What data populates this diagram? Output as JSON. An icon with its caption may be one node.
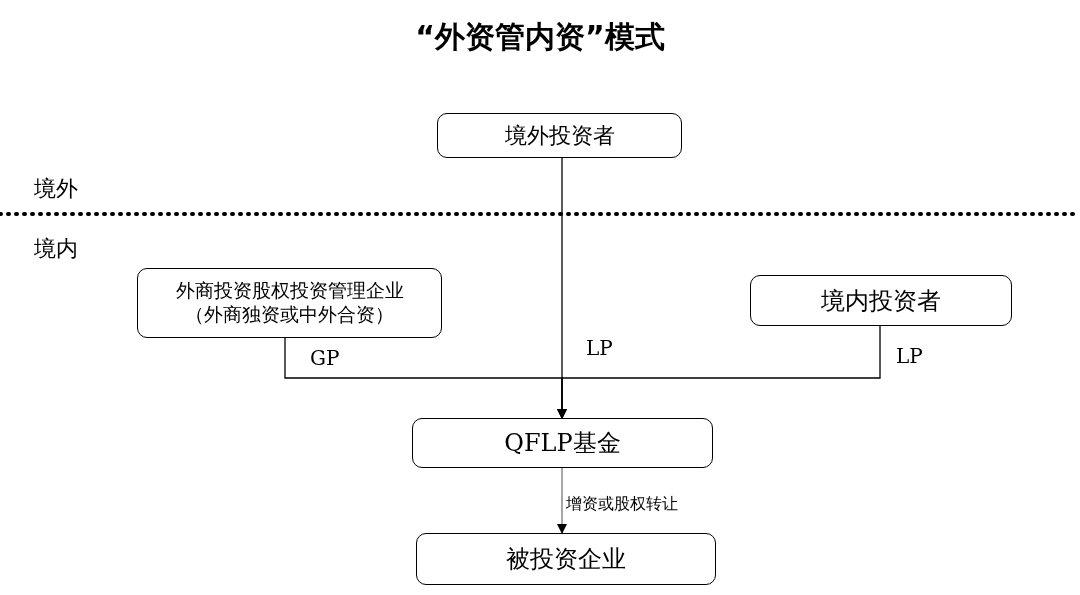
{
  "diagram": {
    "title": "“外资管内资”模式",
    "nodes": [
      {
        "text": [
          "境外投资者"
        ]
      },
      {
        "text": [
          "外商投资股权投资管理企业（外商独资或中外合资）"
        ]
      },
      {
        "text": [
          "境内投资者"
        ]
      },
      {
        "text": [
          "QFLP基金"
        ]
      },
      {
        "text": [
          "被投资企业"
        ]
      }
    ],
    "edges": [
      {
        "from": 0,
        "to": 3,
        "arrow": "to",
        "label": "LP"
      },
      {
        "from": 1,
        "to": 3,
        "arrow": "to",
        "label": "GP"
      },
      {
        "from": 2,
        "to": 3,
        "arrow": "to",
        "label": "LP"
      },
      {
        "from": 3,
        "to": 4,
        "arrow": "to",
        "label": "增资或股权转让",
        "color": "#777777"
      }
    ],
    "labels": [
      "境外",
      "境内"
    ]
  }
}
